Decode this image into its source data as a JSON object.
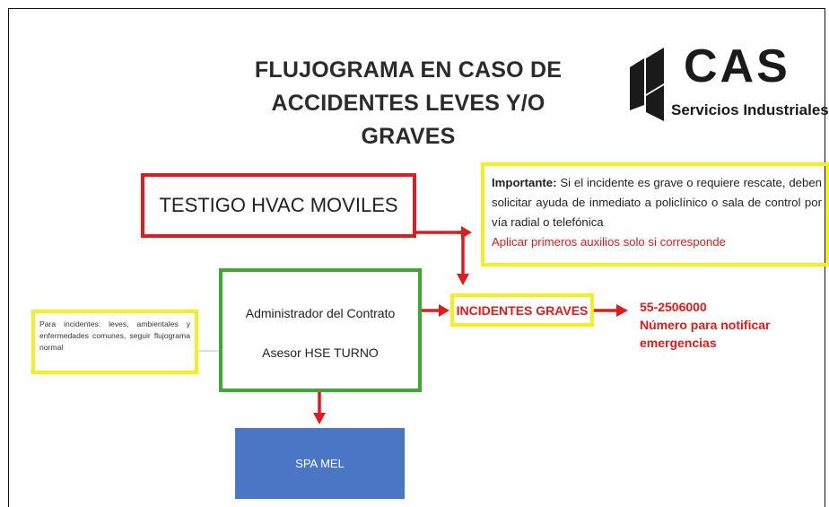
{
  "title": {
    "line1": "FLUJOGRAMA EN CASO DE",
    "line2": "ACCIDENTES LEVES Y/O GRAVES"
  },
  "logo": {
    "name": "CAS",
    "subtitle": "Servicios Industriales"
  },
  "nodes": {
    "testigo": "TESTIGO HVAC MOVILES",
    "importante_label": "Importante:",
    "importante_text": " Si el incidente es grave o requiere rescate, deben solicitar ayuda de inmediato a policlínico o sala de control por vía radial o telefónica",
    "importante_red": "Aplicar primeros auxilios solo si corresponde",
    "admin_line1": "Administrador del Contrato",
    "admin_line2": "Asesor HSE TURNO",
    "incidentes_graves": "INCIDENTES GRAVES",
    "phone_number": "55-2506000",
    "phone_note_1": "Número para notificar",
    "phone_note_2": "emergencias",
    "nota_leves": "Para incidentes: leves, ambientales y enfermedades comunes, seguir flujograma normal",
    "spa": "SPA MEL"
  },
  "colors": {
    "red": "#e01b1b",
    "yellow": "#f7ee1f",
    "green": "#3aaa35",
    "blue": "#4a76c5"
  }
}
